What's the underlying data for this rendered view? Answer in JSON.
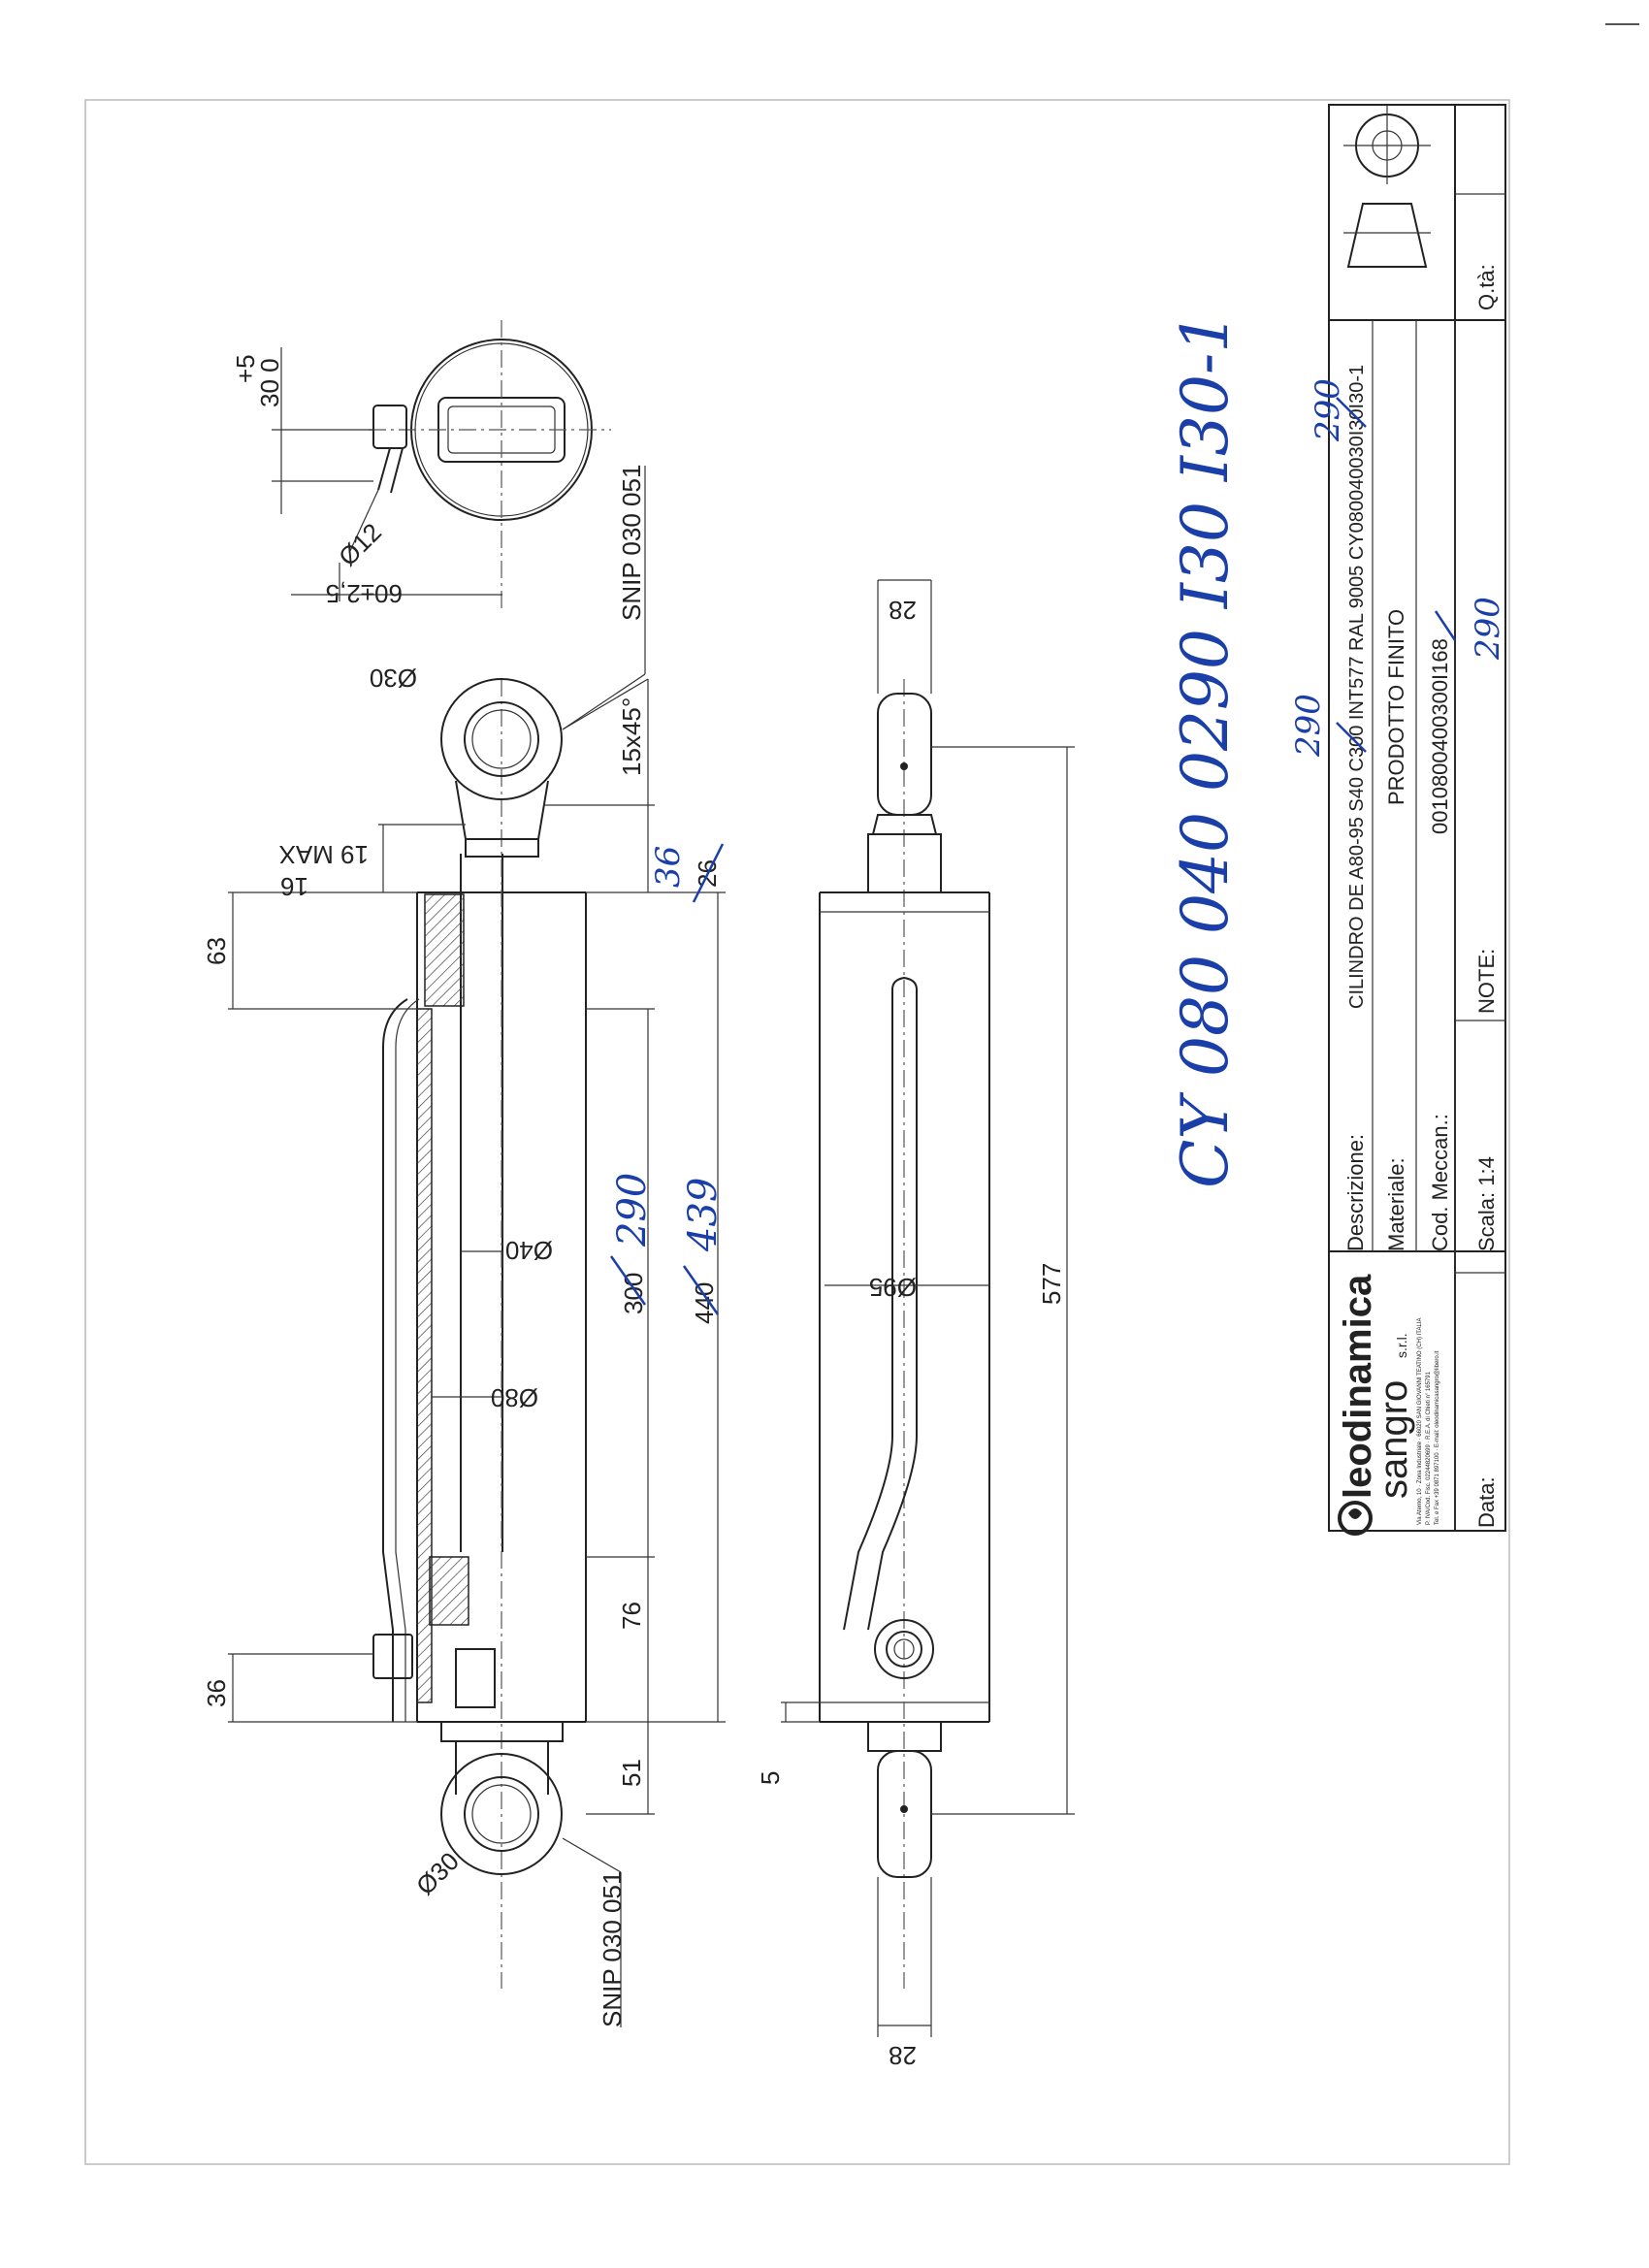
{
  "dimensions": {
    "d_30_top": "Ø30",
    "d_19max": "19 MAX",
    "d_16": "16",
    "d_63": "63",
    "d_40": "Ø40",
    "d_80": "Ø80",
    "d_76": "76",
    "d_36": "36",
    "d_51": "51",
    "d_30_bottom": "Ø30",
    "snip_top": "SNIP 030 051",
    "snip_bottom": "SNIP 030 051",
    "chamfer": "15x45°",
    "d_26": "26",
    "d_36_hand": "36",
    "stroke_old": "300",
    "stroke_new": "290",
    "length_old": "440",
    "length_new": "439",
    "d_95": "Ø95",
    "d_577": "577",
    "d_5": "5",
    "d_28_top": "28",
    "d_28_bottom": "28",
    "d_60": "60±2,5",
    "d_12": "Ø12",
    "tol_plus": "+5",
    "tol_30": "30 0"
  },
  "handwritten_code": "CY 080 040 0290 I30 I30-1",
  "title_block": {
    "company_line1": "leodinamica",
    "company_line2": "sangro",
    "company_suffix": "s.r.l.",
    "company_address": "Via Aterno, 10 · Zona Industriale · 66020 SAN GIOVANNI TEATINO (CH) ITALIA",
    "company_vat": "P. IVA/Cod. Fisc. 02244820699 · R.E.A. di Chieti n° 165791",
    "company_contact": "Tel. e Fax +39 0871 897100 · E-mail: oleodinamicasangro@libero.it",
    "descrizione_label": "Descrizione:",
    "descrizione_value": "CILINDRO DE A80-95 S40 C300 INT577 RAL 9005 CY080040030I30I30-1",
    "materiale_label": "Materiale:",
    "materiale_value": "PRODOTTO FINITO",
    "cod_label": "Cod. Meccan.:",
    "cod_value": "0010800400300I168",
    "hand_290_a": "290",
    "hand_290_b": "290",
    "hand_290_c": "290",
    "data_label": "Data:",
    "scala_label": "Scala: 1:4",
    "note_label": "NOTE:",
    "qta_label": "Q.tà:"
  },
  "colors": {
    "ink": "#222222",
    "handwriting": "#1a3fa8",
    "paper": "#ffffff"
  }
}
